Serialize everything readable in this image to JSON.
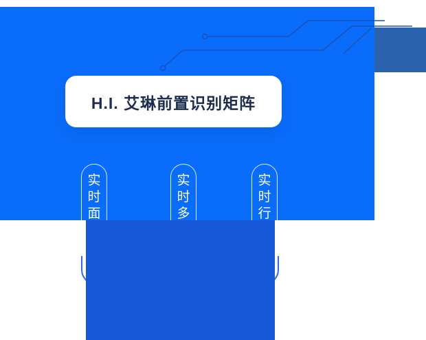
{
  "colors": {
    "main_blue": "#0a6cfa",
    "accent_dark_blue": "#2a62ae",
    "bottom_blue": "#1658d8",
    "circuit_line": "#1b53b8",
    "card_text": "#1d2d4e",
    "outline_arc": "#2b6ce0"
  },
  "card": {
    "title": "H.I. 艾琳前置识别矩阵"
  },
  "pills": [
    {
      "label": "实时面"
    },
    {
      "label": "实时多"
    },
    {
      "label": "实时行"
    }
  ]
}
